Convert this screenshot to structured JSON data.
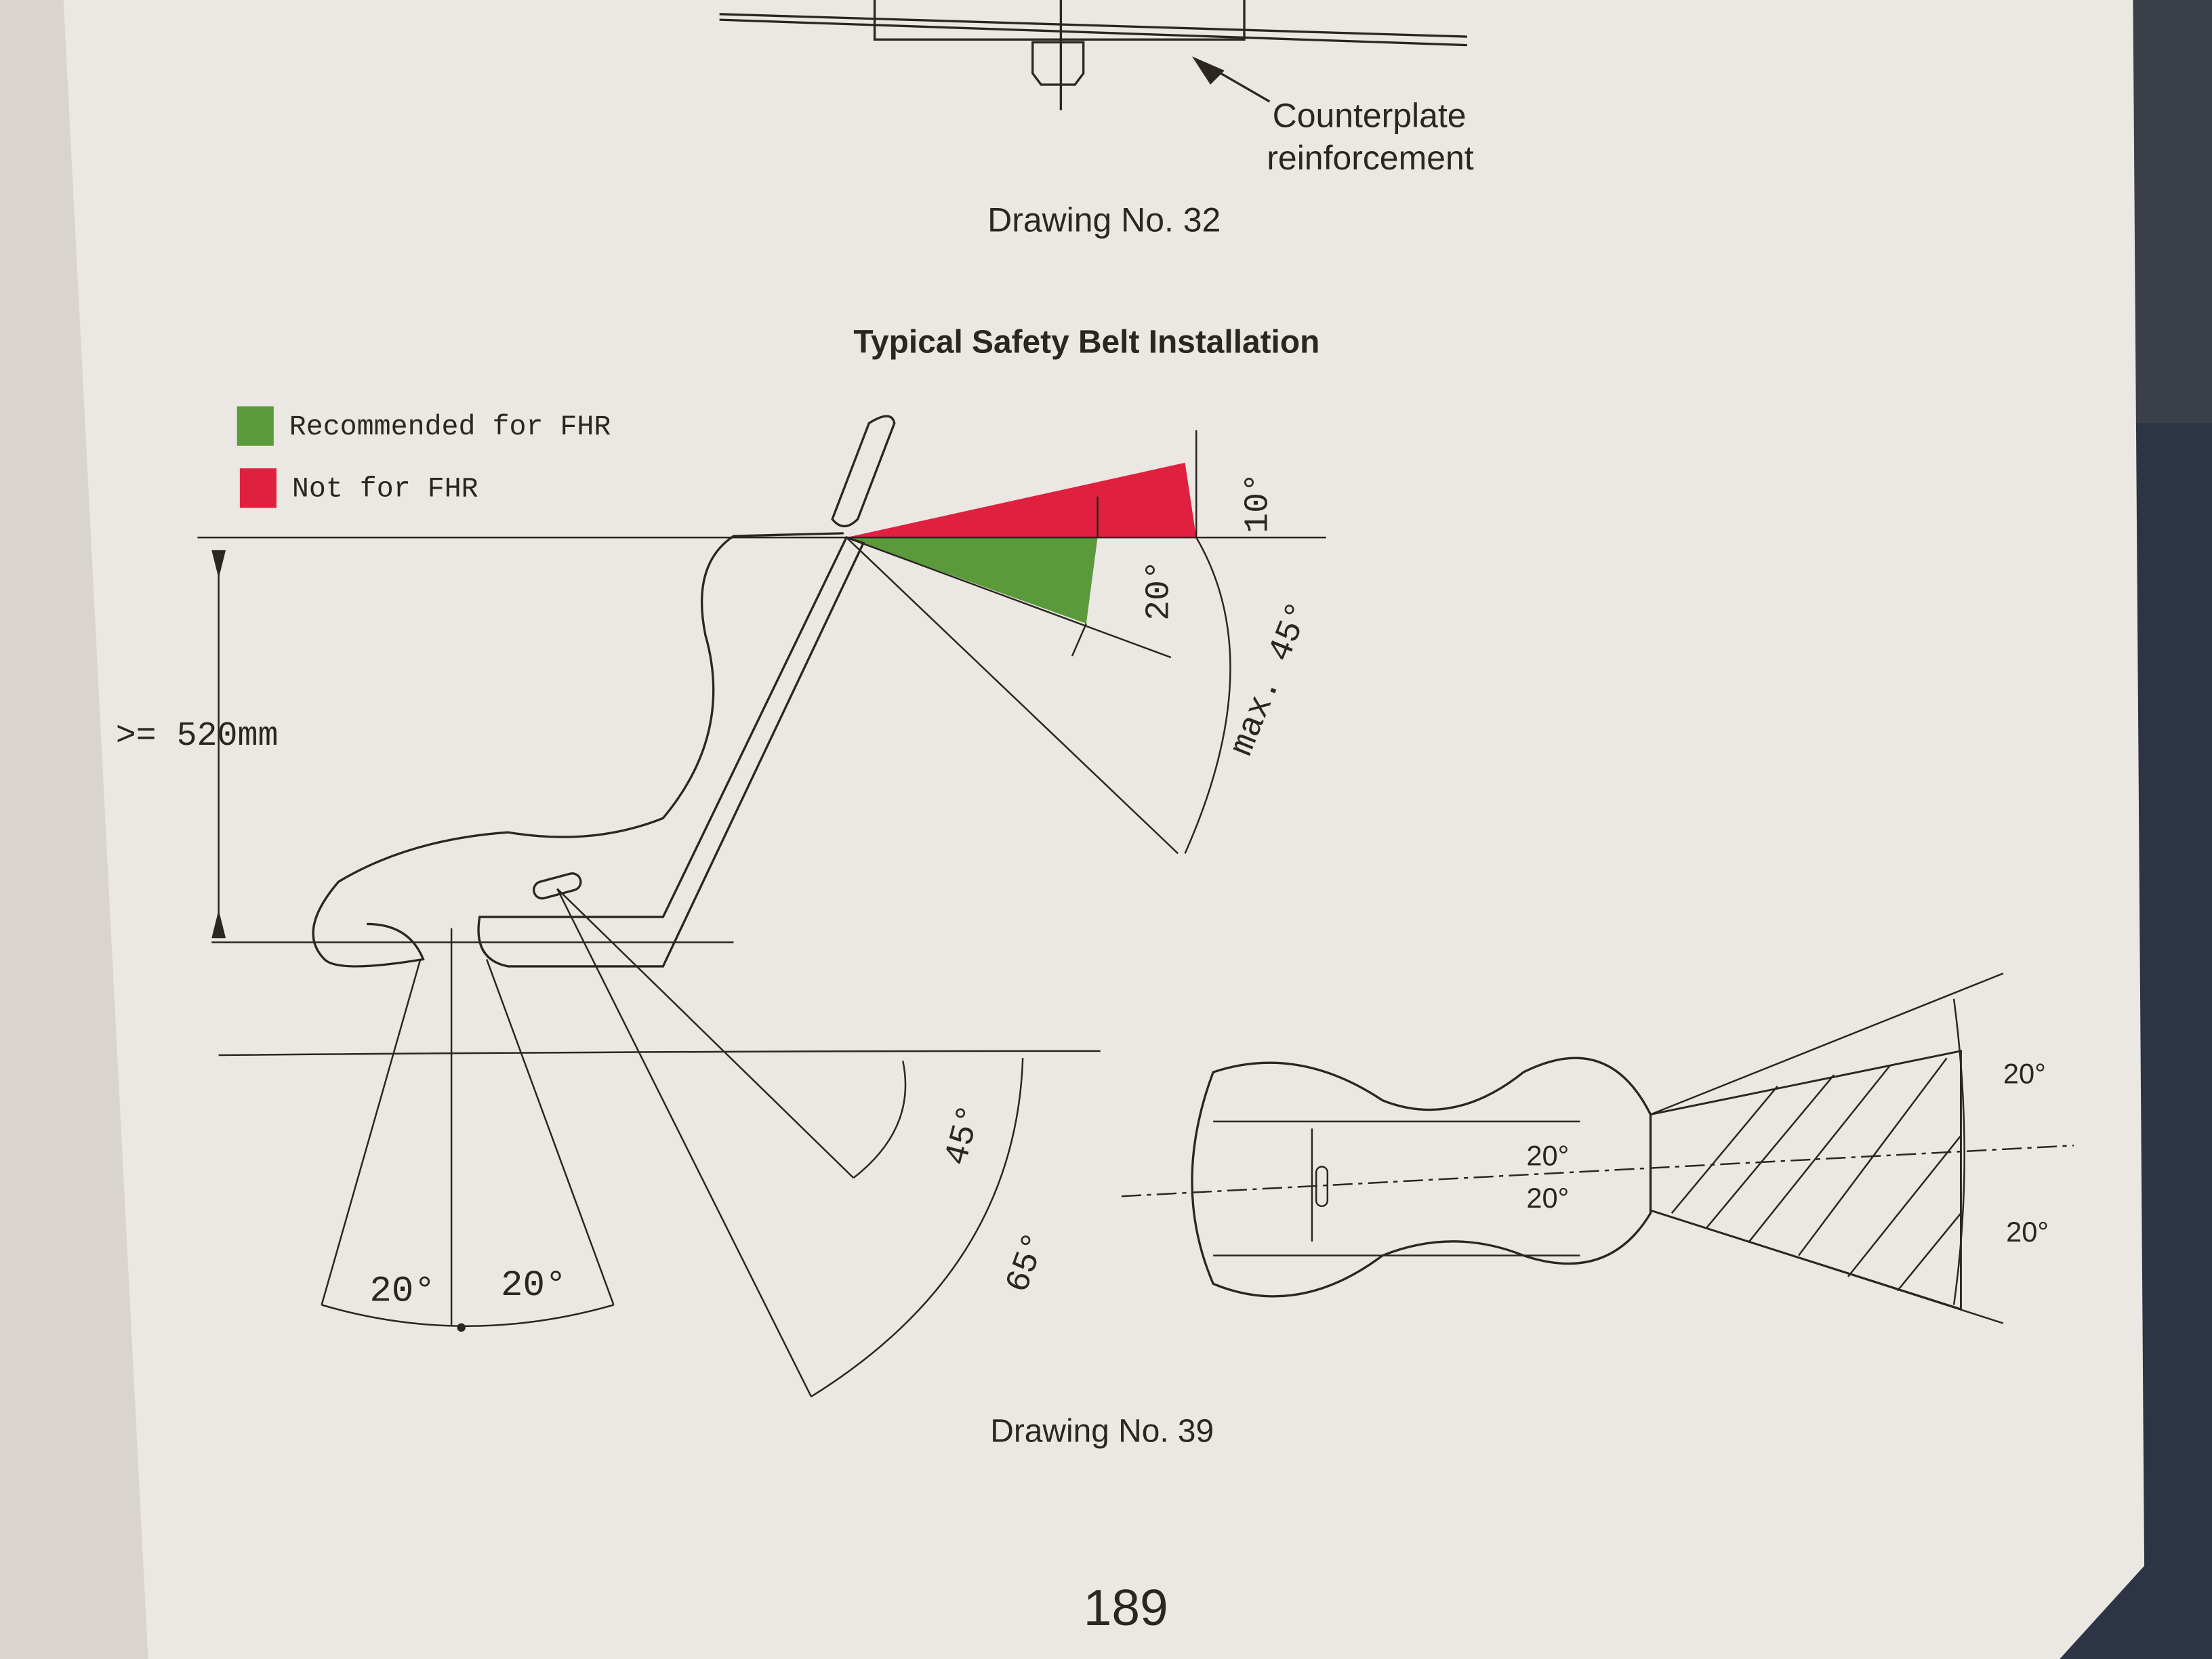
{
  "drawing32": {
    "callout_line1": "Counterplate",
    "callout_line2": "reinforcement",
    "caption": "Drawing No. 32"
  },
  "drawing39": {
    "title": "Typical Safety Belt Installation",
    "legend": [
      {
        "label": "Recommended for FHR",
        "color": "#5a9a3a"
      },
      {
        "label": "Not for FHR",
        "color": "#e0203f"
      }
    ],
    "side_view": {
      "shoulder_red_angle": "10°",
      "shoulder_green_angle": "20°",
      "shoulder_max_angle": "max. 45°",
      "height_label": ">= 520mm",
      "lap_angle_upper": "45°",
      "lap_angle_lower": "65°",
      "crotch_left_angle": "20°",
      "crotch_right_angle": "20°"
    },
    "top_view": {
      "outer_upper": "20°",
      "outer_lower": "20°",
      "inner_upper": "20°",
      "inner_lower": "20°"
    },
    "caption": "Drawing No. 39"
  },
  "page_number": "189"
}
